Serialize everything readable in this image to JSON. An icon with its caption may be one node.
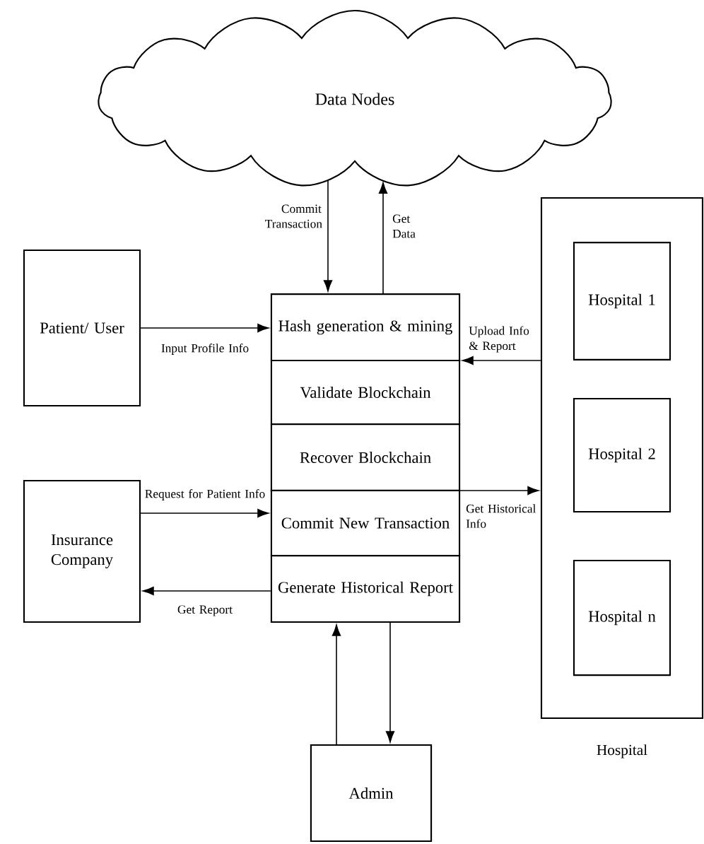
{
  "diagram": {
    "nodes": [
      {
        "text": [
          "Data Nodes"
        ]
      },
      {
        "text": [
          "Patient/ User"
        ]
      },
      {
        "text": [
          "Hash generation & mining"
        ]
      },
      {
        "text": [
          "Validate Blockchain"
        ]
      },
      {
        "text": [
          "Recover Blockchain"
        ]
      },
      {
        "text": [
          "Commit New Transaction"
        ]
      },
      {
        "text": [
          "Generate Historical Report"
        ]
      },
      {
        "text": [
          "Insurance Company"
        ]
      },
      {
        "text": [
          "Hospital"
        ]
      },
      {
        "text": [
          "Hospital 1"
        ],
        "in": 8
      },
      {
        "text": [
          "Hospital 2"
        ],
        "in": 8
      },
      {
        "text": [
          "Hospital n"
        ],
        "in": 8
      },
      {
        "text": [
          "Admin"
        ]
      }
    ],
    "edges": [
      {
        "from": 0,
        "to": 2,
        "arrow": "to",
        "label": "Commit Transaction"
      },
      {
        "from": 2,
        "to": 0,
        "arrow": "to",
        "label": "Get Data"
      },
      {
        "from": 1,
        "to": 2,
        "arrow": "to",
        "label": "Input Profile Info"
      },
      {
        "from": 8,
        "to": 2,
        "arrow": "to",
        "label": "Upload Info & Report"
      },
      {
        "from": 5,
        "to": 8,
        "arrow": "to",
        "label": "Get Historical Info"
      },
      {
        "from": 7,
        "to": 5,
        "arrow": "to",
        "label": "Request for Patient Info"
      },
      {
        "from": 6,
        "to": 7,
        "arrow": "to",
        "label": "Get Report"
      },
      {
        "from": 12,
        "to": 6,
        "arrow": "to"
      },
      {
        "from": 6,
        "to": 12,
        "arrow": "to"
      }
    ]
  }
}
